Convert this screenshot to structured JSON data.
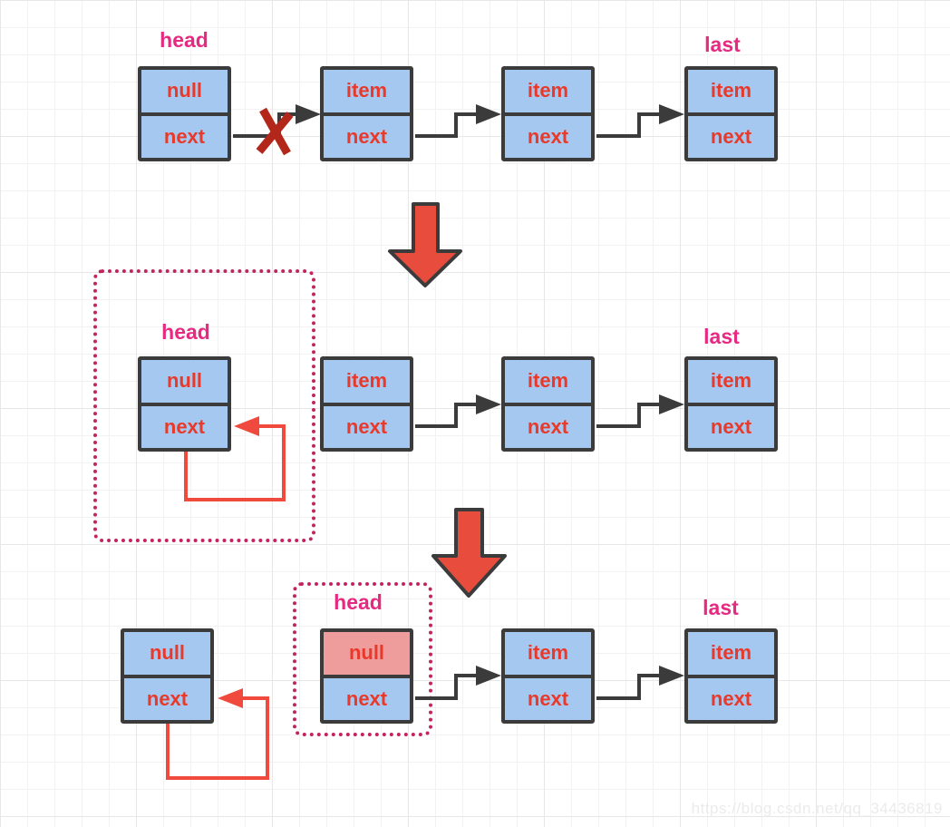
{
  "diagram": {
    "description": "singly linked list remove-head steps",
    "rows": [
      {
        "label_head": "head",
        "label_last": "last",
        "nodes": [
          {
            "id": "head",
            "cells": [
              "null",
              "next"
            ]
          },
          {
            "id": "item-1",
            "cells": [
              "item",
              "next"
            ]
          },
          {
            "id": "item-2",
            "cells": [
              "item",
              "next"
            ]
          },
          {
            "id": "last",
            "cells": [
              "item",
              "next"
            ]
          }
        ]
      },
      {
        "label_head": "head",
        "label_last": "last",
        "nodes": [
          {
            "id": "head",
            "cells": [
              "null",
              "next"
            ]
          },
          {
            "id": "item-1",
            "cells": [
              "item",
              "next"
            ]
          },
          {
            "id": "item-2",
            "cells": [
              "item",
              "next"
            ]
          },
          {
            "id": "last",
            "cells": [
              "item",
              "next"
            ]
          }
        ]
      },
      {
        "label_head": "head",
        "label_last": "last",
        "nodes": [
          {
            "id": "detached",
            "cells": [
              "null",
              "next"
            ]
          },
          {
            "id": "head",
            "cells": [
              "null",
              "next"
            ],
            "highlighted_cell": 0
          },
          {
            "id": "item-1",
            "cells": [
              "item",
              "next"
            ]
          },
          {
            "id": "last",
            "cells": [
              "item",
              "next"
            ]
          }
        ]
      }
    ]
  },
  "watermark": "https://blog.csdn.net/qq_34436819",
  "colors": {
    "node_fill": "#a5c8f0",
    "node_border": "#3b3b3b",
    "cell_text_red": "#e8392b",
    "label_pink": "#e62a82",
    "dotted_border_pink": "#c2245f",
    "highlight_cell_fill": "#ee9c9c",
    "big_arrow_fill": "#e74c3c",
    "loop_arrow_red": "#f04a3e",
    "broken_cross_red": "#b2271a",
    "connector_dark": "#3b3b3b"
  }
}
